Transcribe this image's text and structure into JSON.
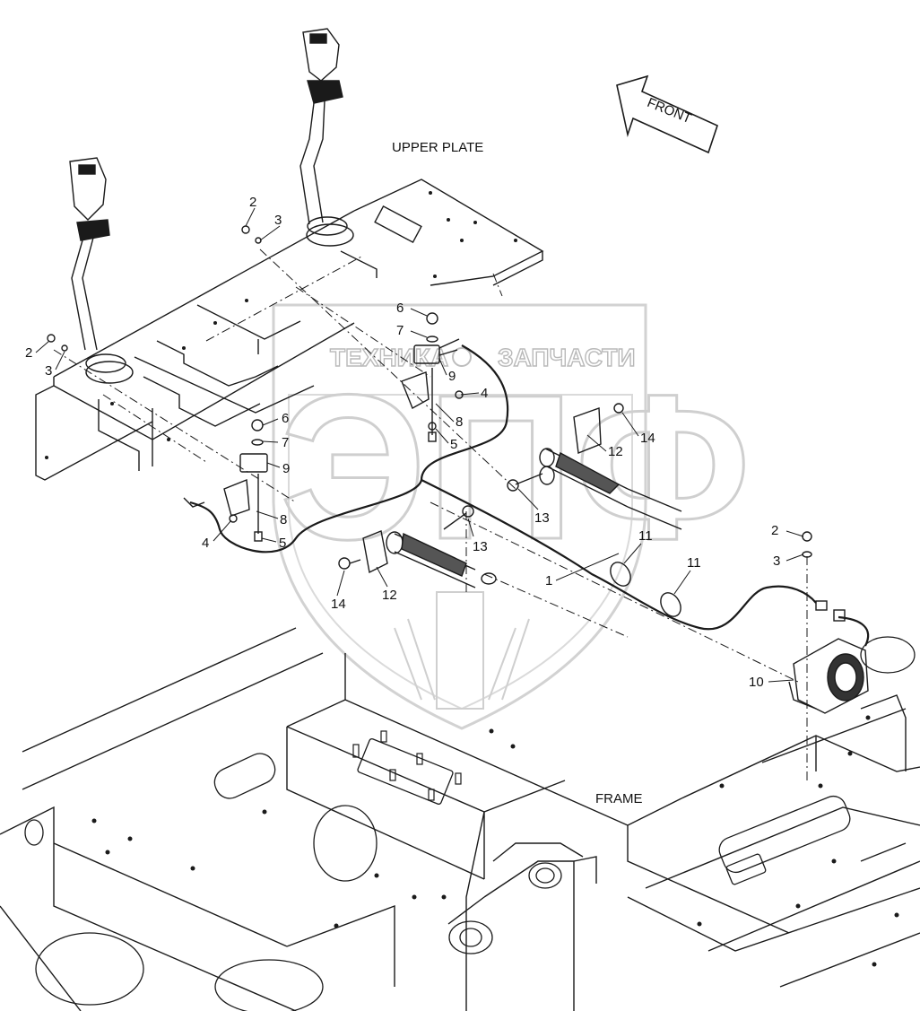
{
  "labels": {
    "upper_plate": "UPPER PLATE",
    "frame": "FRAME",
    "front": "FRONT"
  },
  "watermark": {
    "left_word": "ТЕХНИКА",
    "right_word": "ЗАПЧАСТИ",
    "logo": "ЭПФ"
  },
  "callouts": [
    {
      "id": "c1",
      "text": "1"
    },
    {
      "id": "c2a",
      "text": "2"
    },
    {
      "id": "c2b",
      "text": "2"
    },
    {
      "id": "c2c",
      "text": "2"
    },
    {
      "id": "c3a",
      "text": "3"
    },
    {
      "id": "c3b",
      "text": "3"
    },
    {
      "id": "c3c",
      "text": "3"
    },
    {
      "id": "c4a",
      "text": "4"
    },
    {
      "id": "c4b",
      "text": "4"
    },
    {
      "id": "c5a",
      "text": "5"
    },
    {
      "id": "c5b",
      "text": "5"
    },
    {
      "id": "c6a",
      "text": "6"
    },
    {
      "id": "c6b",
      "text": "6"
    },
    {
      "id": "c7a",
      "text": "7"
    },
    {
      "id": "c7b",
      "text": "7"
    },
    {
      "id": "c8a",
      "text": "8"
    },
    {
      "id": "c8b",
      "text": "8"
    },
    {
      "id": "c9a",
      "text": "9"
    },
    {
      "id": "c9b",
      "text": "9"
    },
    {
      "id": "c10",
      "text": "10"
    },
    {
      "id": "c11a",
      "text": "11"
    },
    {
      "id": "c11b",
      "text": "11"
    },
    {
      "id": "c12a",
      "text": "12"
    },
    {
      "id": "c12b",
      "text": "12"
    },
    {
      "id": "c13a",
      "text": "13"
    },
    {
      "id": "c13b",
      "text": "13"
    },
    {
      "id": "c14a",
      "text": "14"
    },
    {
      "id": "c14b",
      "text": "14"
    }
  ],
  "colors": {
    "line": "#1a1a1a",
    "watermark": "#c8c8c8"
  }
}
